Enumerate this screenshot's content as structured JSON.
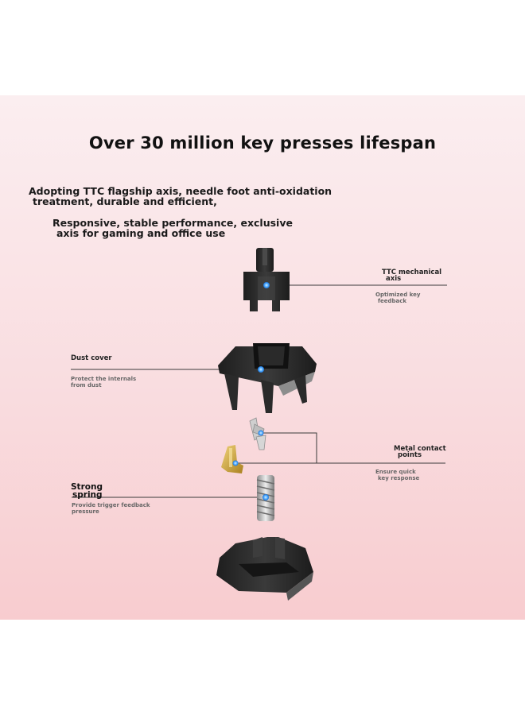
{
  "title": "Over 30 million key presses lifespan",
  "intro": {
    "line1": "Adopting TTC flagship axis, needle foot anti-oxidation",
    "line2": "treatment, durable and efficient,",
    "line3": "Responsive, stable performance, exclusive",
    "line4": "axis for gaming and office use"
  },
  "callouts": {
    "ttc": {
      "label_line1": "TTC mechanical",
      "label_line2": "axis",
      "desc_line1": "Optimized key",
      "desc_line2": "feedback"
    },
    "dust": {
      "label": "Dust cover",
      "desc_line1": "Protect the internals",
      "desc_line2": "from dust"
    },
    "metal": {
      "label_line1": "Metal contact",
      "label_line2": "points",
      "desc_line1": "Ensure quick",
      "desc_line2": "key response"
    },
    "spring": {
      "label_line1": "Strong",
      "label_line2": "spring",
      "desc_line1": "Provide trigger feedback",
      "desc_line2": "pressure"
    }
  },
  "colors": {
    "background_top": "#fbeef0",
    "background_bottom": "#f8cccf",
    "part_body": "#2b2b2b",
    "highlight_dot": "#4aa8ff",
    "brass": "#c9a233"
  }
}
